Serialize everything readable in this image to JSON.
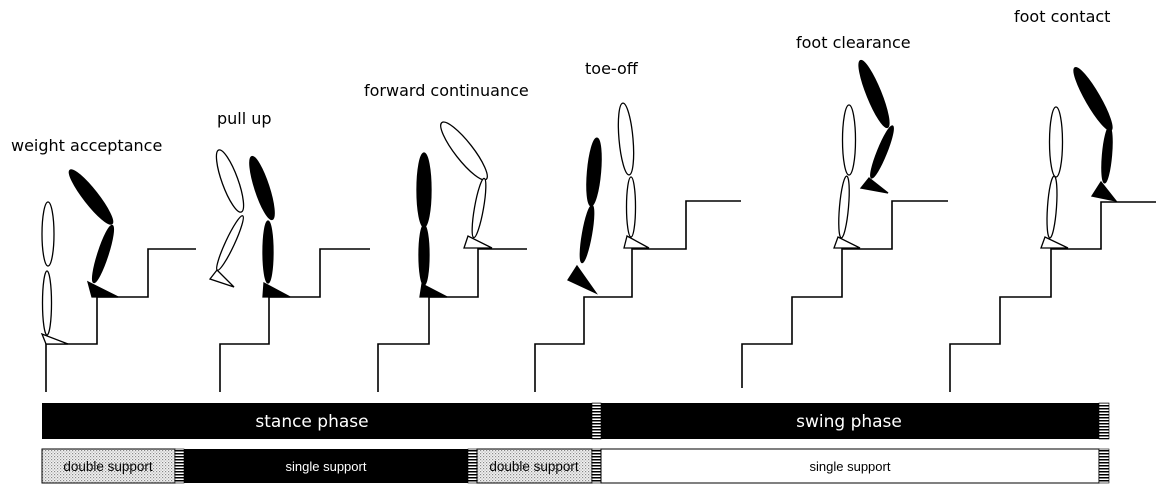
{
  "title": "",
  "phases": {
    "labels": [
      "weight acceptance",
      "pull up",
      "forward continuance",
      "toe-off",
      "foot clearance",
      "foot contact"
    ]
  },
  "gait_bar": {
    "stance_label": "stance phase",
    "swing_label": "swing phase"
  },
  "support_bar": {
    "labels": [
      "double support",
      "single support",
      "double support",
      "single support"
    ]
  },
  "colors": {
    "ink": "#000000",
    "paper": "#ffffff",
    "dotted_fill": "#e6e6e6"
  }
}
